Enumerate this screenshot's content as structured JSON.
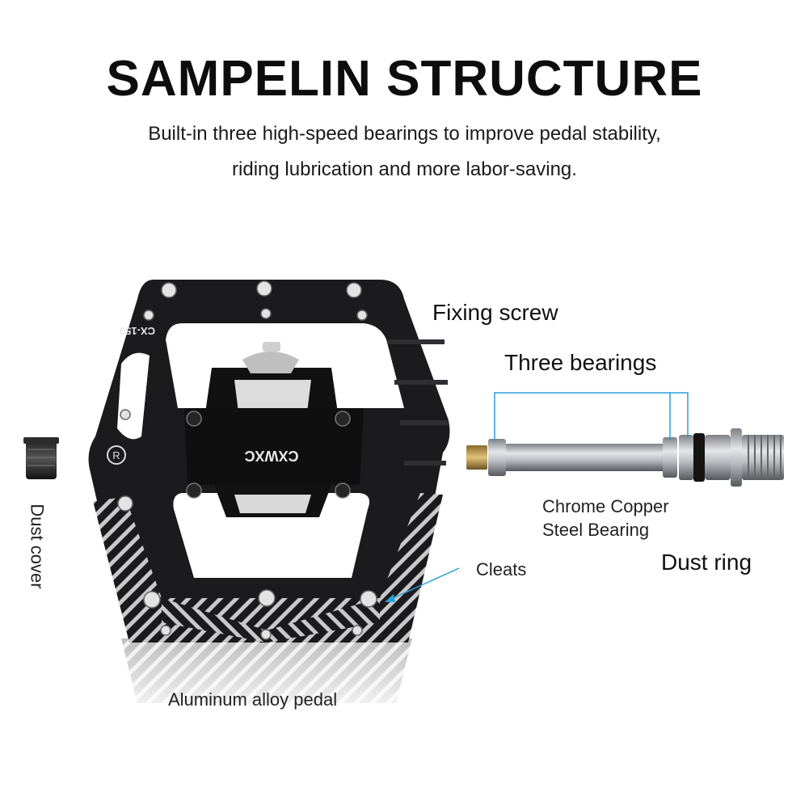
{
  "header": {
    "title": "SAMPELIN STRUCTURE",
    "subtitle_line1": "Built-in three high-speed bearings to improve pedal stability,",
    "subtitle_line2": "riding lubrication and more labor-saving."
  },
  "labels": {
    "fixing_screw": "Fixing screw",
    "three_bearings": "Three bearings",
    "chrome_copper_line1": "Chrome Copper",
    "chrome_copper_line2": "Steel Bearing",
    "dust_ring": "Dust ring",
    "cleats": "Cleats",
    "dust_cover": "Dust cover",
    "aluminum_pedal": "Aluminum alloy pedal"
  },
  "product": {
    "model_marking": "CX-150",
    "logo_text": "CXWXC"
  },
  "colors": {
    "callout_line": "#2a9fd6",
    "pedal_body": "#1b1b1d",
    "axle_steel": "#b9bcc0"
  }
}
